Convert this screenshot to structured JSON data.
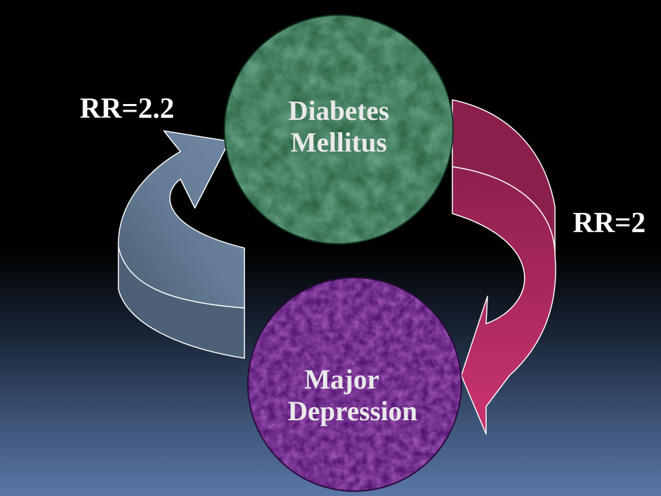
{
  "nodes": {
    "diabetes": {
      "line1": "Diabetes",
      "line2": "Mellitus",
      "color": "#2f6a48"
    },
    "depression": {
      "line1": "Major",
      "line2": "Depression",
      "color": "#5a1a7a"
    }
  },
  "arrows": {
    "depression_to_diabetes": {
      "label": "RR=2.2",
      "color": "#6b8198"
    },
    "diabetes_to_depression": {
      "label": "RR=2",
      "color": "#b02a63"
    }
  }
}
